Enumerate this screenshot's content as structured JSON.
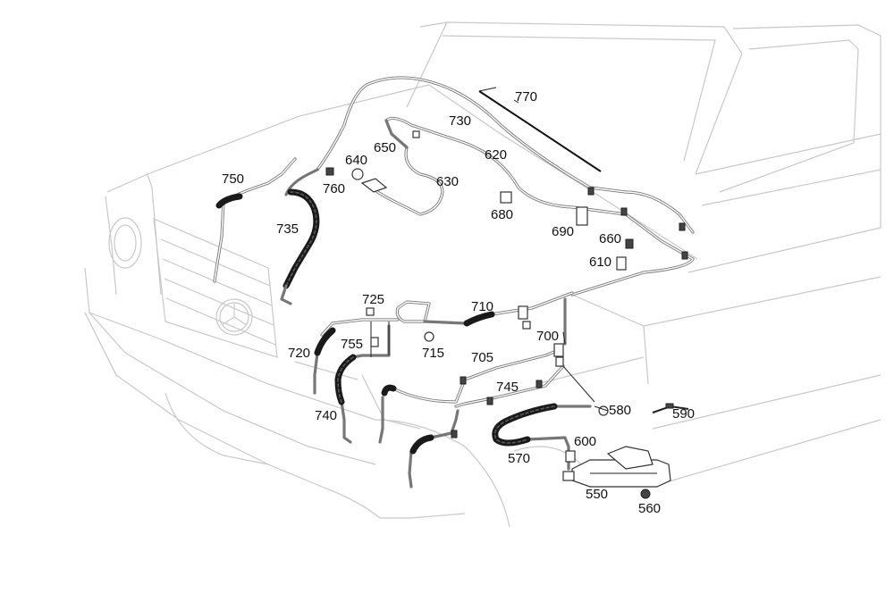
{
  "diagram": {
    "part_numbers": {
      "p770": "770",
      "p730": "730",
      "p650": "650",
      "p640": "640",
      "p620": "620",
      "p750": "750",
      "p760": "760",
      "p630": "630",
      "p680": "680",
      "p735": "735",
      "p690": "690",
      "p660": "660",
      "p610": "610",
      "p725": "725",
      "p710": "710",
      "p720": "720",
      "p755": "755",
      "p715": "715",
      "p700": "700",
      "p705": "705",
      "p745": "745",
      "p740": "740",
      "p580": "580",
      "p590": "590",
      "p600": "600",
      "p570": "570",
      "p550": "550",
      "p560": "560"
    }
  }
}
